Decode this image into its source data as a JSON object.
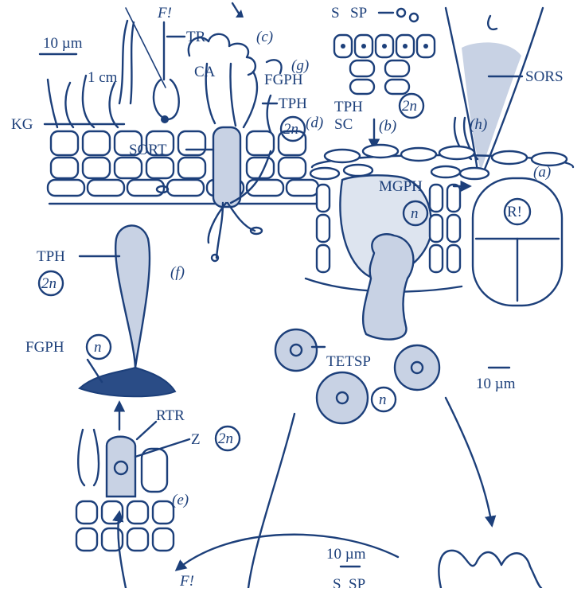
{
  "colors": {
    "ink": "#1c3f7a",
    "background": "#ffffff"
  },
  "labels": {
    "scale_10um_top": "10 µm",
    "scale_1cm": "1 cm",
    "F": "F!",
    "TR": "TR",
    "c": "(c)",
    "g": "(g)",
    "CA": "CA",
    "FGPH_top": "FGPH",
    "TPH_top": "TPH",
    "two_n_top": "2n",
    "d": "(d)",
    "KG": "KG",
    "SORT": "SORT",
    "S_top": "S",
    "SP_top": "SP",
    "TPH_mid": "TPH",
    "two_n_mid": "2n",
    "b": "(b)",
    "SC": "SC",
    "SORS": "SORS",
    "h": "(h)",
    "a": "(a)",
    "MGPH": "MGPH",
    "n_mgph": "n",
    "R": "R!",
    "TPH_left": "TPH",
    "two_n_left": "2n",
    "f": "(f)",
    "FGPH_left": "FGPH",
    "n_fgph": "n",
    "TETSP": "TETSP",
    "scale_10um_right": "10 µm",
    "n_tetsp": "n",
    "RTR": "RTR",
    "Z": "Z",
    "two_n_z": "2n",
    "e": "(e)",
    "scale_10um_bottom": "10 µm",
    "F_bottom": "F!",
    "S_bottom": "S",
    "SP_bottom": "SP"
  }
}
